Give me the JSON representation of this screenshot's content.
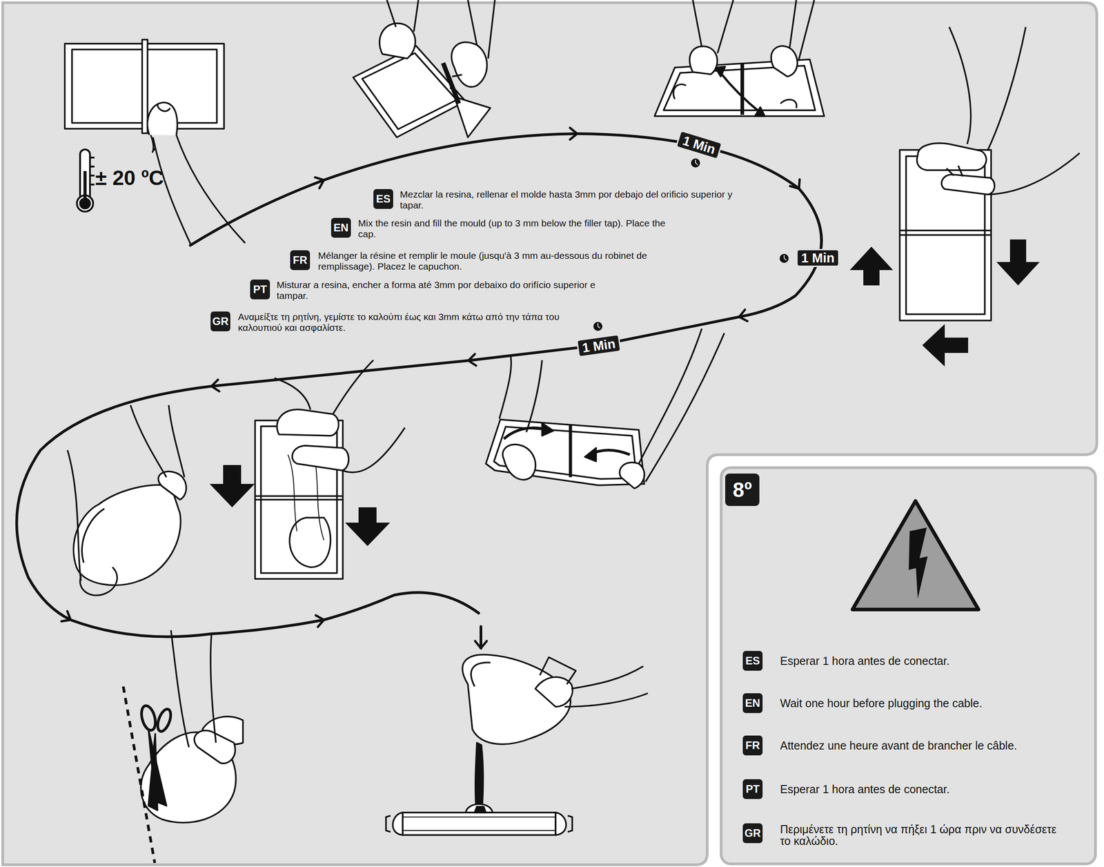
{
  "diagram": {
    "nodes": [
      {
        "text": [
          "1 Min"
        ]
      },
      {
        "text": [
          "ES",
          "Mezclar la resina, rellenar el molde hasta 3mm por debajo del orificio superior y tapar."
        ]
      },
      {
        "text": [
          "EN",
          "Mix the resin and fill the mould (up to 3 mm below the filler tap). Place the cap."
        ]
      },
      {
        "text": [
          "FR",
          "Mélanger la résine et remplir le moule (jusqu'à 3 mm au-dessous du robinet de remplissage). Placez le capuchon."
        ]
      },
      {
        "text": [
          "PT",
          "Misturar a resina, encher a forma até 3mm por debaixo do orifício superior e tampar."
        ]
      },
      {
        "text": [
          "GR",
          "Αναμείξτε τη ρητίνη, γεμίστε το καλούπι έως και 3mm κάτω από την τάπα του καλουπιού και ασφαλίστε."
        ]
      },
      {
        "text": [
          "1 Min"
        ]
      },
      {
        "text": [
          "1 Min"
        ]
      },
      {
        "text": [
          "8º"
        ]
      },
      {
        "text": [
          "ES",
          "Esperar 1 hora antes de conectar."
        ],
        "in": 8
      },
      {
        "text": [
          "EN",
          "Wait one hour before plugging the cable."
        ],
        "in": 8
      },
      {
        "text": [
          "FR",
          "Attendez une heure avant de brancher le câble."
        ],
        "in": 8
      },
      {
        "text": [
          "PT",
          "Esperar 1 hora antes de conectar."
        ],
        "in": 8
      },
      {
        "text": [
          "GR",
          "Περιμένετε τη ρητίνη να πήξει 1 ώρα πριν να συνδέσετε το καλώδιο."
        ],
        "in": 8
      }
    ],
    "labels": [
      "± 20 ºC"
    ]
  }
}
